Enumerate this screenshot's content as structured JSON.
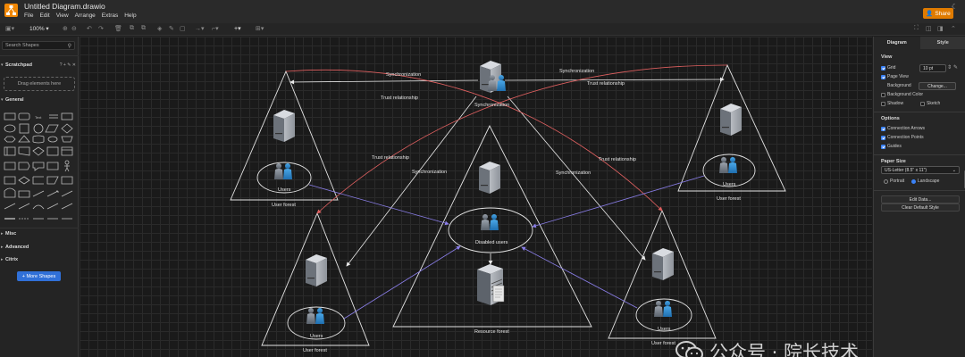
{
  "app": {
    "title": "Untitled Diagram.drawio",
    "menu": [
      "File",
      "Edit",
      "View",
      "Arrange",
      "Extras",
      "Help"
    ],
    "share_label": "Share"
  },
  "toolbar": {
    "zoom": "100%"
  },
  "sidebar": {
    "search_placeholder": "Search Shapes",
    "scratchpad": "Scratchpad",
    "drag_hint": "Drag elements here",
    "general": "General",
    "misc": "Misc",
    "advanced": "Advanced",
    "citrix": "Citrix",
    "more_shapes": "+ More Shapes"
  },
  "diagram": {
    "top_server_label": "Synchronization",
    "left_forest_label": "User forest",
    "right_forest_label": "User forest",
    "bottom_left_forest_label": "User forest",
    "bottom_right_forest_label": "User forest",
    "resource_forest_label": "Resource forest",
    "users_label": "Users",
    "disabled_users_label": "Disabled users",
    "edge_sync": "Synchronization",
    "edge_trust": "Trust relationship"
  },
  "panel": {
    "tab_diagram": "Diagram",
    "tab_style": "Style",
    "view": "View",
    "grid": "Grid",
    "grid_size": "10 pt",
    "page_view": "Page View",
    "background": "Background",
    "change": "Change...",
    "background_color": "Background Color",
    "shadow": "Shadow",
    "sketch": "Sketch",
    "options": "Options",
    "connection_arrows": "Connection Arrows",
    "connection_points": "Connection Points",
    "guides": "Guides",
    "paper_size": "Paper Size",
    "paper_value": "US-Letter (8.5\" x 11\")",
    "portrait": "Portrait",
    "landscape": "Landscape",
    "edit_data": "Edit Data...",
    "clear_style": "Clear Default Style"
  },
  "watermark": "公众号 · 院长技术"
}
